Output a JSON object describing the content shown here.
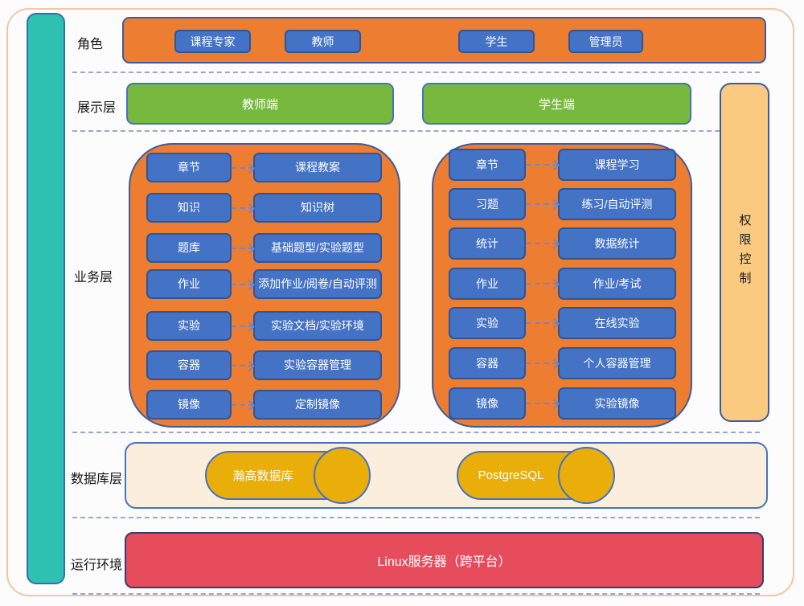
{
  "diagram": {
    "layers": {
      "roles": {
        "label": "角色",
        "items": [
          "课程专家",
          "教师",
          "学生",
          "管理员"
        ]
      },
      "presentation": {
        "label": "展示层",
        "items": [
          "教师端",
          "学生端"
        ]
      },
      "business": {
        "label": "业务层",
        "teacher_rows": [
          {
            "source": "章节",
            "target": "课程教案"
          },
          {
            "source": "知识",
            "target": "知识树"
          },
          {
            "source": "题库",
            "target": "基础题型/实验题型"
          },
          {
            "source": "作业",
            "target": "添加作业/阅卷/自动评测"
          },
          {
            "source": "实验",
            "target": "实验文档/实验环境"
          },
          {
            "source": "容器",
            "target": "实验容器管理"
          },
          {
            "source": "镜像",
            "target": "定制镜像"
          }
        ],
        "student_rows": [
          {
            "source": "章节",
            "target": "课程学习"
          },
          {
            "source": "习题",
            "target": "练习/自动评测"
          },
          {
            "source": "统计",
            "target": "数据统计"
          },
          {
            "source": "作业",
            "target": "作业/考试"
          },
          {
            "source": "实验",
            "target": "在线实验"
          },
          {
            "source": "容器",
            "target": "个人容器管理"
          },
          {
            "source": "镜像",
            "target": "实验镜像"
          }
        ]
      },
      "permission": {
        "label": "权限控制"
      },
      "database": {
        "label": "数据库层",
        "items": [
          "瀚高数据库",
          "PostgreSQL"
        ]
      },
      "runtime": {
        "label": "运行环境",
        "server": "Linux服务器（跨平台）"
      }
    },
    "colors": {
      "orange_container": "#ec7d31",
      "blue_node": "#4472c4",
      "green_client": "#77b93f",
      "teal_bar": "#2ec1af",
      "permission_tan": "#f9ca80",
      "database_cream": "#fbeedc",
      "database_gold": "#e9ae09",
      "runtime_red": "#e64c5c",
      "dashed_separator": "#9aa7cb",
      "outer_border": "#f5c5a3"
    }
  }
}
